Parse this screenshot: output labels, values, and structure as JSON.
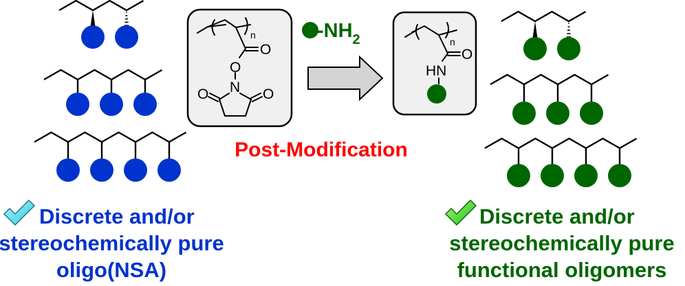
{
  "colors": {
    "blue": "#0033cc",
    "green": "#006600",
    "red": "#ff0000",
    "black": "#000000",
    "box_fill": "#f0f0f0",
    "arrow_fill": "#d4d4d4",
    "blue_check": "#66e0ee",
    "green_check": "#33dd33"
  },
  "reagent": {
    "label": "-NH",
    "subscript": "2"
  },
  "process_label": "Post-Modification",
  "nsa_box": {
    "repeat_subscript": "n",
    "carbonyl_o": "O",
    "ester_o": "O",
    "imide_n": "N",
    "left_o": "O",
    "right_o": "O"
  },
  "amide_box": {
    "repeat_subscript": "n",
    "carbonyl_o": "O",
    "amide_nh": "HN"
  },
  "left_caption": {
    "lines": [
      "Discrete and/or",
      "stereochemically pure",
      "oligo(NSA)"
    ]
  },
  "right_caption": {
    "lines": [
      "Discrete and/or",
      "stereochemically pure",
      "functional oligomers"
    ]
  },
  "oligomers_left": [
    {
      "units": 2,
      "stereo": true
    },
    {
      "units": 3,
      "stereo": false
    },
    {
      "units": 4,
      "stereo": false
    }
  ],
  "oligomers_right": [
    {
      "units": 2,
      "stereo": true
    },
    {
      "units": 3,
      "stereo": false
    },
    {
      "units": 4,
      "stereo": false
    }
  ]
}
